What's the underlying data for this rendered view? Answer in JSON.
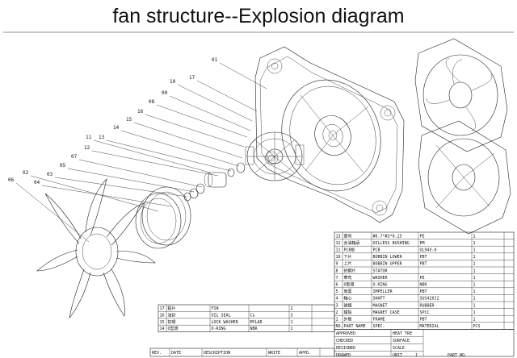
{
  "title": "fan structure--Explosion diagram",
  "callouts": [
    "01",
    "17",
    "10",
    "09",
    "08",
    "16",
    "15",
    "14",
    "13",
    "12",
    "07",
    "11",
    "05",
    "03",
    "04",
    "02",
    "06"
  ],
  "parts_right": {
    "header": [
      "NO.",
      "PART NAME",
      "SPEC.",
      "MATERIAL",
      "PCS"
    ],
    "rows": [
      [
        "13",
        "華司",
        "#6.7*#3*0.25",
        "PE",
        "1"
      ],
      [
        "12",
        "含油軸承",
        "OILLESS BUSHING",
        "PM",
        "1"
      ],
      [
        "11",
        "PCB板",
        "PCB",
        "UL94V-0",
        "1"
      ],
      [
        "10",
        "下片",
        "BOBBIN LOWER",
        "PBT",
        "1"
      ],
      [
        "9",
        "上片",
        "BOBBIN UPPER",
        "PBT",
        "1"
      ],
      [
        "8",
        "矽鋼片",
        "STATOR",
        "",
        "1"
      ],
      [
        "7",
        "華司",
        "WASHER",
        "PE",
        "1"
      ],
      [
        "6",
        "O型環",
        "O-RING",
        "NBR",
        "1"
      ],
      [
        "5",
        "扇葉",
        "IMPELLER",
        "PBT",
        "1"
      ],
      [
        "4",
        "軸心",
        "SHAFT",
        "SUS420J2",
        "1"
      ],
      [
        "3",
        "磁鐵",
        "MAGNET",
        "RUBBER",
        "1"
      ],
      [
        "2",
        "鐵殼",
        "MAGNET CASE",
        "SPCC",
        "1"
      ],
      [
        "1",
        "外框",
        "FRAME",
        "PBT",
        "1"
      ]
    ]
  },
  "parts_left": {
    "rows": [
      [
        "17",
        "鋁片",
        "FIN",
        "",
        "2"
      ],
      [
        "16",
        "油封",
        "OIL SEAL",
        "Cu",
        "3"
      ],
      [
        "15",
        "扣環",
        "LOCK WASHER",
        "MYLAR",
        "1"
      ],
      [
        "14",
        "O型環",
        "O-RING",
        "NBR",
        "1"
      ]
    ],
    "footer": [
      "REV.",
      "DATE",
      "DESCRIPTION",
      "WRITE",
      "APPD."
    ]
  },
  "approval": {
    "labels": [
      "APPROVED",
      "CHECKED",
      "DESIGNED",
      "DRAWED"
    ],
    "heat": "HEAT TRE",
    "surface": "SURFACE",
    "scale": "SCALE",
    "unit": "UNIT",
    "part_no": "PART NO.",
    "unit_value": "1"
  }
}
